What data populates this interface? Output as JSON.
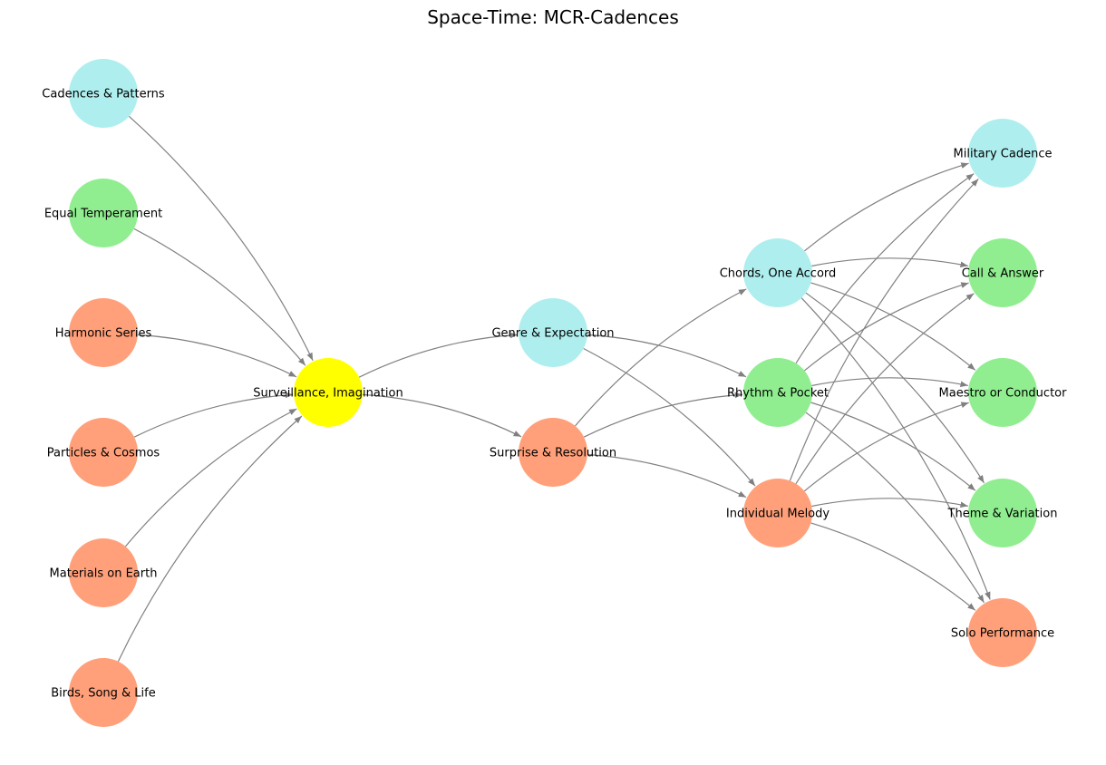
{
  "title": "Space-Time: MCR-Cadences",
  "colors": {
    "salmon": "#FFA07A",
    "green": "#90EE90",
    "cyan": "#AFEEEE",
    "yellow": "#FFFF00",
    "edge": "#808080"
  },
  "nodes": [
    {
      "id": "cadences",
      "label": "Cadences & Patterns",
      "color": "cyan"
    },
    {
      "id": "equal",
      "label": "Equal Temperament",
      "color": "green"
    },
    {
      "id": "harmonic",
      "label": "Harmonic Series",
      "color": "salmon"
    },
    {
      "id": "particles",
      "label": "Particles & Cosmos",
      "color": "salmon"
    },
    {
      "id": "materials",
      "label": "Materials on Earth",
      "color": "salmon"
    },
    {
      "id": "birds",
      "label": "Birds, Song & Life",
      "color": "salmon"
    },
    {
      "id": "surveillance",
      "label": "Surveillance, Imagination",
      "color": "yellow"
    },
    {
      "id": "genre",
      "label": "Genre & Expectation",
      "color": "cyan"
    },
    {
      "id": "surprise",
      "label": "Surprise & Resolution",
      "color": "salmon"
    },
    {
      "id": "chords",
      "label": "Chords, One Accord",
      "color": "cyan"
    },
    {
      "id": "rhythm",
      "label": "Rhythm & Pocket",
      "color": "green"
    },
    {
      "id": "melody",
      "label": "Individual Melody",
      "color": "salmon"
    },
    {
      "id": "military",
      "label": "Military Cadence",
      "color": "cyan"
    },
    {
      "id": "call",
      "label": "Call & Answer",
      "color": "green"
    },
    {
      "id": "maestro",
      "label": "Maestro or Conductor",
      "color": "green"
    },
    {
      "id": "theme",
      "label": "Theme & Variation",
      "color": "green"
    },
    {
      "id": "solo",
      "label": "Solo Performance",
      "color": "salmon"
    }
  ],
  "edges": [
    [
      "cadences",
      "surveillance"
    ],
    [
      "equal",
      "surveillance"
    ],
    [
      "harmonic",
      "surveillance"
    ],
    [
      "particles",
      "surveillance"
    ],
    [
      "materials",
      "surveillance"
    ],
    [
      "birds",
      "surveillance"
    ],
    [
      "surveillance",
      "genre"
    ],
    [
      "surveillance",
      "surprise"
    ],
    [
      "genre",
      "rhythm"
    ],
    [
      "genre",
      "melody"
    ],
    [
      "surprise",
      "chords"
    ],
    [
      "surprise",
      "rhythm"
    ],
    [
      "surprise",
      "melody"
    ],
    [
      "chords",
      "military"
    ],
    [
      "chords",
      "call"
    ],
    [
      "chords",
      "maestro"
    ],
    [
      "chords",
      "theme"
    ],
    [
      "chords",
      "solo"
    ],
    [
      "rhythm",
      "military"
    ],
    [
      "rhythm",
      "call"
    ],
    [
      "rhythm",
      "maestro"
    ],
    [
      "rhythm",
      "theme"
    ],
    [
      "rhythm",
      "solo"
    ],
    [
      "melody",
      "military"
    ],
    [
      "melody",
      "call"
    ],
    [
      "melody",
      "maestro"
    ],
    [
      "melody",
      "theme"
    ],
    [
      "melody",
      "solo"
    ]
  ]
}
